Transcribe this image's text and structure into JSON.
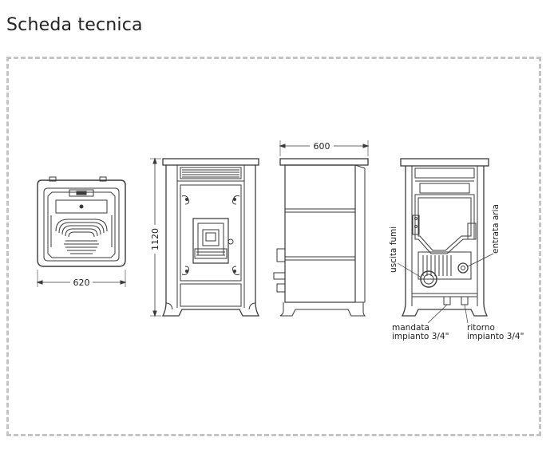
{
  "page": {
    "title": "Scheda tecnica"
  },
  "drawings": {
    "top_view": {
      "width_label": "620"
    },
    "front_view": {
      "height_label": "1120"
    },
    "side_view": {
      "depth_label": "600"
    },
    "rear_view": {
      "labels": {
        "uscita_fumi": "uscita fumi",
        "entrata_aria": "entrata aria",
        "mandata_line1": "mandata",
        "mandata_line2": "impianto 3/4\"",
        "ritorno_line1": "ritorno",
        "ritorno_line2": "impianto 3/4\""
      }
    }
  }
}
